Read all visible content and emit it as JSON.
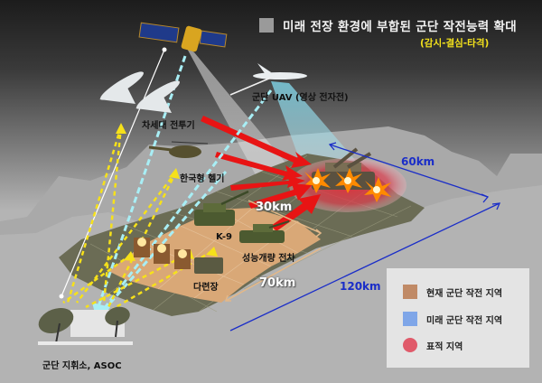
{
  "header": {
    "title": "미래 전장 환경에 부합된 군단 작전능력 확대",
    "subtitle": "(감시-결심-타격)"
  },
  "labels": {
    "satellite": "",
    "uav": "군단 UAV (영상  전자전)",
    "fighter": "차세대 전투기",
    "helicopter": "한국형 헬기",
    "k9": "K-9",
    "tank": "성능개량 전차",
    "mlrs": "다련장",
    "command": "군단 지휘소, ASOC"
  },
  "distances": {
    "d30": "30km",
    "d70": "70km",
    "d60": "60km",
    "d120": "120km"
  },
  "legend": {
    "items": [
      {
        "label": "현재 군단 작전 지역",
        "color": "#c08a66",
        "shape": "square"
      },
      {
        "label": "미래 군단 작전 지역",
        "color": "#7fa6e8",
        "shape": "square"
      },
      {
        "label": "표적 지역",
        "color": "#e05a6a",
        "shape": "circle"
      }
    ]
  },
  "colors": {
    "current_zone": "#d9a877",
    "future_zone": "#6b6c55",
    "target_zone": "#e0303a",
    "link_yellow": "#f6e11a",
    "link_cyan": "#a8eef5",
    "distance_blue": "#1a2dc8",
    "strike_red": "#e81414"
  }
}
